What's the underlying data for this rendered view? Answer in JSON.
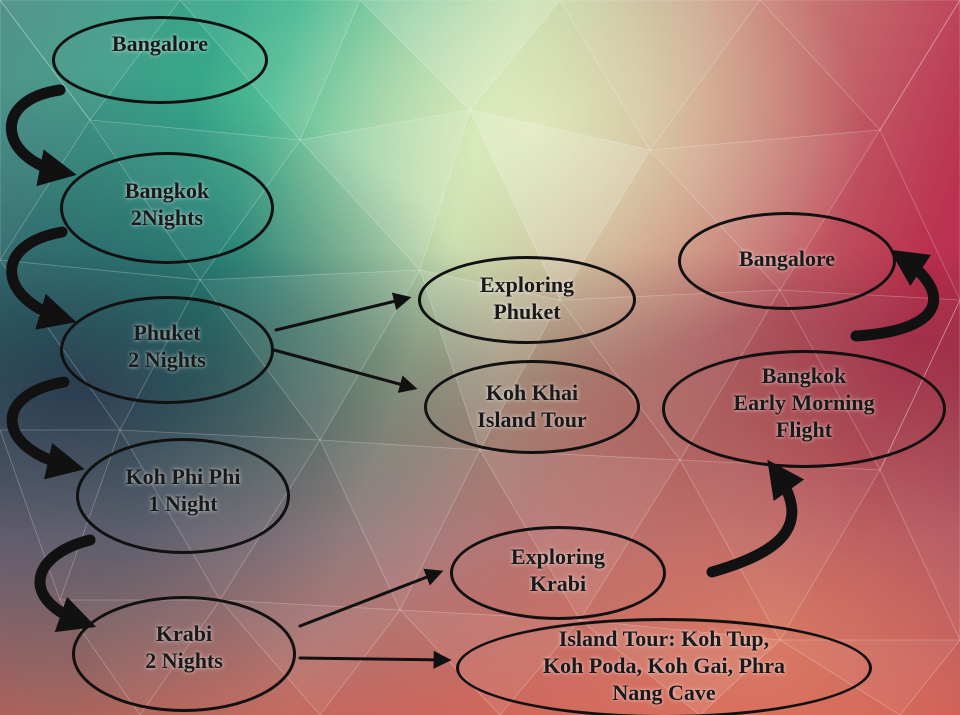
{
  "diagram": {
    "nodes": [
      {
        "id": "bangalore-start",
        "label": "Bangalore"
      },
      {
        "id": "bangkok-2nights",
        "label": "Bangkok\n2Nights"
      },
      {
        "id": "phuket-2nights",
        "label": "Phuket\n2 Nights"
      },
      {
        "id": "koh-phi-phi-1night",
        "label": "Koh Phi Phi\n1 Night"
      },
      {
        "id": "krabi-2nights",
        "label": "Krabi\n2 Nights"
      },
      {
        "id": "exploring-phuket",
        "label": "Exploring\nPhuket"
      },
      {
        "id": "koh-khai-tour",
        "label": "Koh Khai\nIsland Tour"
      },
      {
        "id": "exploring-krabi",
        "label": "Exploring\nKrabi"
      },
      {
        "id": "island-tour-krabi",
        "label": "Island Tour: Koh Tup,\nKoh Poda, Koh Gai, Phra\nNang Cave"
      },
      {
        "id": "bangkok-early-flight",
        "label": "Bangkok\nEarly Morning\nFlight"
      },
      {
        "id": "bangalore-end",
        "label": "Bangalore"
      }
    ],
    "edges": [
      {
        "from": "bangalore-start",
        "to": "bangkok-2nights",
        "style": "curved-thick"
      },
      {
        "from": "bangkok-2nights",
        "to": "phuket-2nights",
        "style": "curved-thick"
      },
      {
        "from": "phuket-2nights",
        "to": "koh-phi-phi-1night",
        "style": "curved-thick"
      },
      {
        "from": "koh-phi-phi-1night",
        "to": "krabi-2nights",
        "style": "curved-thick"
      },
      {
        "from": "phuket-2nights",
        "to": "exploring-phuket",
        "style": "straight"
      },
      {
        "from": "phuket-2nights",
        "to": "koh-khai-tour",
        "style": "straight"
      },
      {
        "from": "krabi-2nights",
        "to": "exploring-krabi",
        "style": "straight"
      },
      {
        "from": "krabi-2nights",
        "to": "island-tour-krabi",
        "style": "straight"
      },
      {
        "from": "krabi-2nights",
        "to": "bangkok-early-flight",
        "style": "curved-thick"
      },
      {
        "from": "bangkok-early-flight",
        "to": "bangalore-end",
        "style": "curved-thick"
      }
    ]
  },
  "colors": {
    "outline": "#111111",
    "text": "#1a1a1a"
  }
}
